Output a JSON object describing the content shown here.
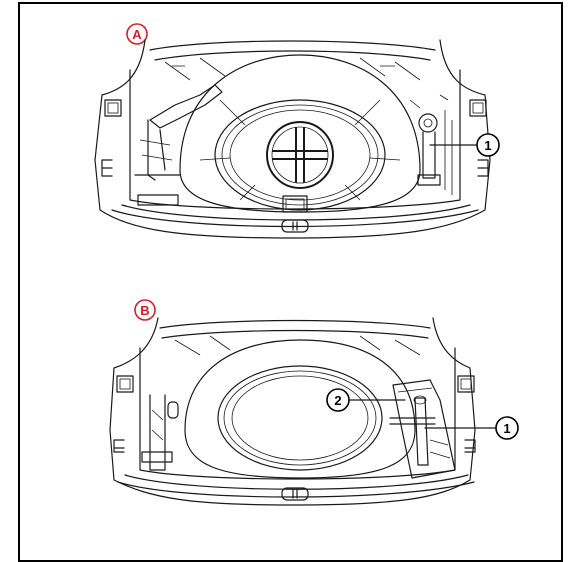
{
  "panels": [
    {
      "id": "A",
      "label": "A"
    },
    {
      "id": "B",
      "label": "B"
    }
  ],
  "callouts": {
    "a1": "1",
    "b1": "1",
    "b2": "2"
  },
  "colors": {
    "panel_label": "#d0202a",
    "callout": "#000000",
    "border": "#000000"
  }
}
